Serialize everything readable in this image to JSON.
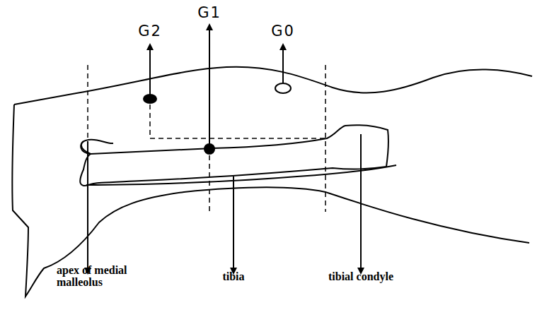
{
  "diagram": {
    "labels": [
      "G2",
      "G1",
      "G0",
      "apex of medial malleolus",
      "tibia",
      "tibial condyle"
    ]
  }
}
